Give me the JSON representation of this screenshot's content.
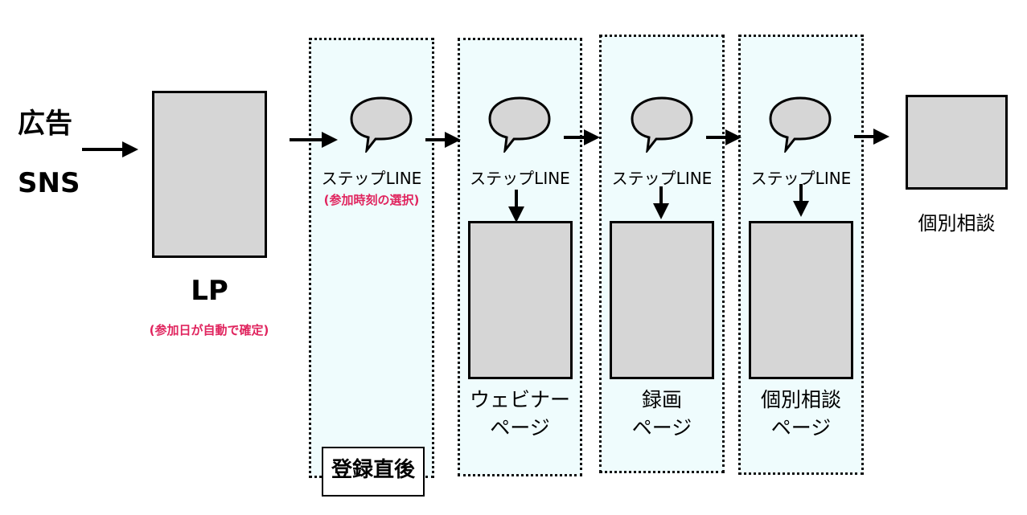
{
  "sources": {
    "ad": "広告",
    "sns": "SNS"
  },
  "lp": {
    "label": "LP",
    "note": "(参加日が自動で確定)"
  },
  "steps": [
    {
      "title": "ステップLINE",
      "note": "(参加時刻の選択)",
      "tag": "登録直後"
    },
    {
      "title": "ステップLINE",
      "page_line1": "ウェビナー",
      "page_line2": "ページ"
    },
    {
      "title": "ステップLINE",
      "page_line1": "録画",
      "page_line2": "ページ"
    },
    {
      "title": "ステップLINE",
      "page_line1": "個別相談",
      "page_line2": "ページ"
    }
  ],
  "final": {
    "label": "個別相談"
  },
  "colors": {
    "panel": "#effcfd",
    "box": "#d6d6d6",
    "note": "#e0245e",
    "bubble": "#d6d6d6"
  }
}
